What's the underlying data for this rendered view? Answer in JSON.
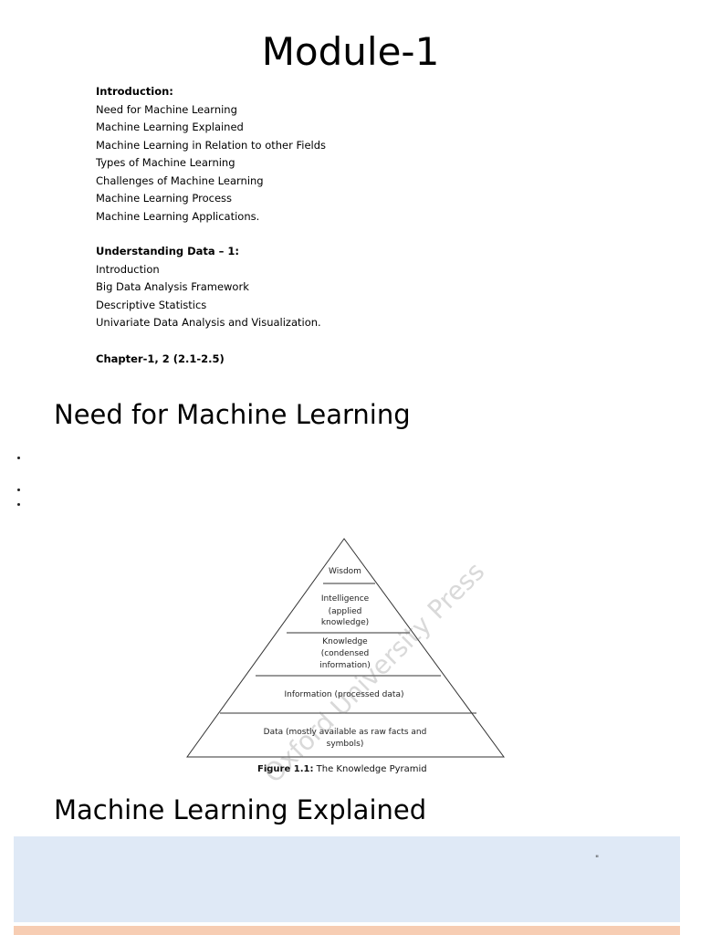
{
  "title": "Module-1",
  "introduction": {
    "heading": "Introduction:",
    "items": [
      "Need for Machine Learning",
      "Machine Learning Explained",
      "Machine Learning in Relation to other Fields",
      "Types of Machine Learning",
      "Challenges of Machine Learning",
      "Machine Learning Process",
      "Machine Learning Applications."
    ]
  },
  "understanding_data": {
    "heading": "Understanding Data – 1:",
    "items": [
      "Introduction",
      "Big Data Analysis Framework",
      "Descriptive Statistics",
      "Univariate Data Analysis and Visualization."
    ]
  },
  "chapter_ref": "Chapter-1, 2 (2.1-2.5)",
  "section_need": {
    "heading": "Need for Machine Learning"
  },
  "figure": {
    "levels": {
      "wisdom": [
        "Wisdom"
      ],
      "intelligence": [
        "Intelligence",
        "(applied",
        "knowledge)"
      ],
      "knowledge": [
        "Knowledge",
        "(condensed",
        "information)"
      ],
      "information": [
        "Information (processed data)"
      ],
      "data": [
        "Data (mostly available as raw facts and",
        "symbols)"
      ]
    },
    "caption_label": "Figure 1.1:",
    "caption_text": "The Knowledge Pyramid",
    "watermark": "Oxford University Press"
  },
  "section_explained": {
    "heading": "Machine Learning Explained"
  },
  "quote_mark": "\"",
  "colors": {
    "blue_box": "#dfe9f6",
    "orange_strip": "#f7cdb3"
  }
}
